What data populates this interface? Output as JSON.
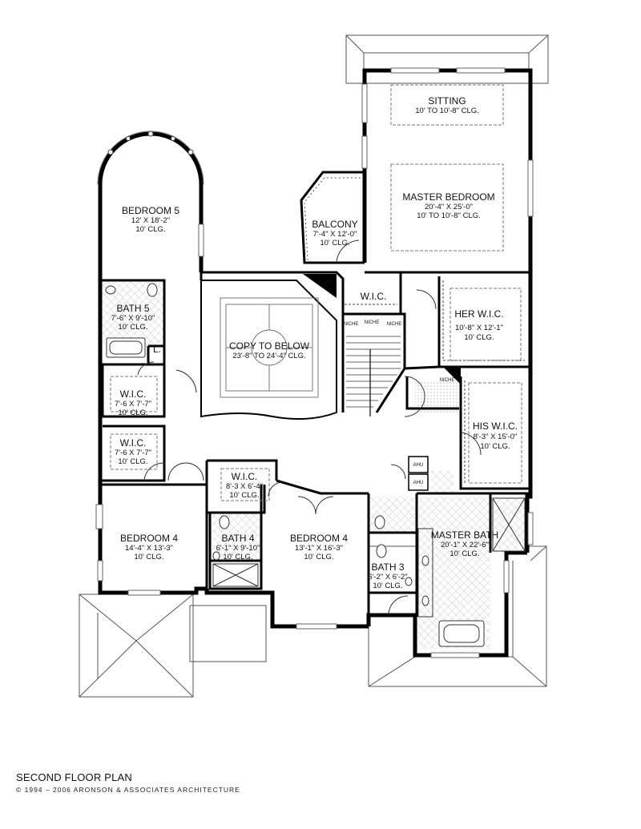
{
  "plan": {
    "title": "SECOND FLOOR PLAN",
    "copyright": "© 1994 – 2006 ARONSON & ASSOCIATES ARCHITECTURE"
  },
  "rooms": {
    "sitting": {
      "name": "SITTING",
      "ceiling": "10' TO 10'-8\" CLG."
    },
    "master_bedroom": {
      "name": "MASTER BEDROOM",
      "size": "20'-4\" X 25'-0\"",
      "ceiling": "10' TO 10'-8\" CLG."
    },
    "balcony": {
      "name": "BALCONY",
      "size": "7'-4\" X 12'-0\"",
      "ceiling": "10' CLG."
    },
    "bedroom5": {
      "name": "BEDROOM 5",
      "size": "12' X 18'-2\"",
      "ceiling": "10' CLG."
    },
    "bath5": {
      "name": "BATH 5",
      "size": "7'-6\" X 9'-10\"",
      "ceiling": "10' CLG."
    },
    "laundry": {
      "name": "L."
    },
    "copy_to_below": {
      "name": "COPY TO BELOW",
      "size": "23'-8\" TO 24'-4\" CLG."
    },
    "wic_top": {
      "name": "W.I.C."
    },
    "her_wic": {
      "name": "HER W.I.C.",
      "size": "10'-8\" X 12'-1\"",
      "ceiling": "10' CLG."
    },
    "his_wic": {
      "name": "HIS W.I.C.",
      "size": "8'-3\" X 15'-0\"",
      "ceiling": "10' CLG."
    },
    "wic_b5": {
      "name": "W.I.C.",
      "size": "7'-6 X 7'-7\"",
      "ceiling": "10' CLG."
    },
    "wic_b4": {
      "name": "W.I.C.",
      "size": "7'-6 X 7'-7\"",
      "ceiling": "10' CLG."
    },
    "wic_bed4b": {
      "name": "W.I.C.",
      "size": "8'-3 X 6'-4\"",
      "ceiling": "10' CLG."
    },
    "bedroom4_left": {
      "name": "BEDROOM 4",
      "size": "14'-4\" X 13'-3\"",
      "ceiling": "10' CLG."
    },
    "bath4": {
      "name": "BATH 4",
      "size": "6'-1\" X 9'-10\"",
      "ceiling": "10' CLG."
    },
    "bedroom4_center": {
      "name": "BEDROOM 4",
      "size": "13'-1\" X 16'-3\"",
      "ceiling": "10' CLG."
    },
    "bath3": {
      "name": "BATH 3",
      "size": "6'-2\" X 6'-2\"",
      "ceiling": "10' CLG."
    },
    "master_bath": {
      "name": "MASTER BATH",
      "size": "20'-1\" X 22'-6\"",
      "ceiling": "10' CLG."
    }
  },
  "labels": {
    "niche": "NICHE",
    "ahu": "AHU"
  }
}
